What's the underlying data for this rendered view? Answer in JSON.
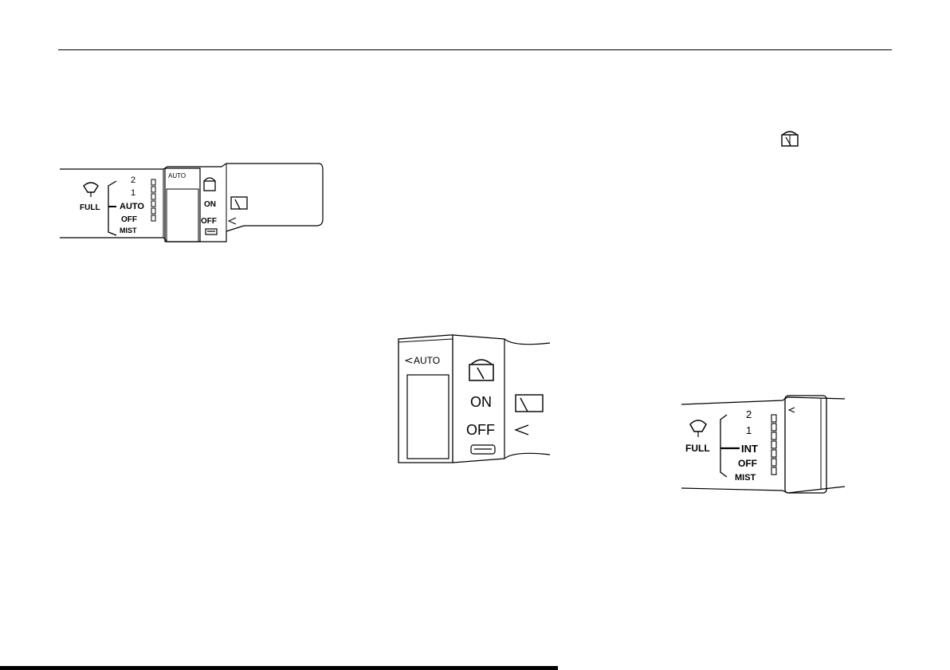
{
  "figures": {
    "wiper_lever_full": {
      "labels": {
        "full": "FULL",
        "s2": "2",
        "s1": "1",
        "auto": "AUTO",
        "off": "OFF",
        "mist": "MIST"
      },
      "ring": {
        "auto_mark": "AUTO"
      },
      "washer": {
        "on": "ON",
        "off": "OFF"
      },
      "icons": [
        "front-wiper-icon",
        "front-washer-icon",
        "rear-wiper-icon",
        "rear-washer-icon"
      ]
    },
    "rear_wiper_ring": {
      "ring": {
        "auto_mark": "AUTO"
      },
      "washer": {
        "on": "ON",
        "off": "OFF"
      },
      "icons": [
        "rear-wiper-icon",
        "rear-window-icon",
        "rear-washer-icon"
      ]
    },
    "front_wiper_lever": {
      "labels": {
        "full": "FULL",
        "s2": "2",
        "s1": "1",
        "int": "INT",
        "off": "OFF",
        "mist": "MIST"
      },
      "icons": [
        "front-wiper-icon"
      ]
    }
  },
  "inline_icon": "rear-wiper-switch-icon"
}
